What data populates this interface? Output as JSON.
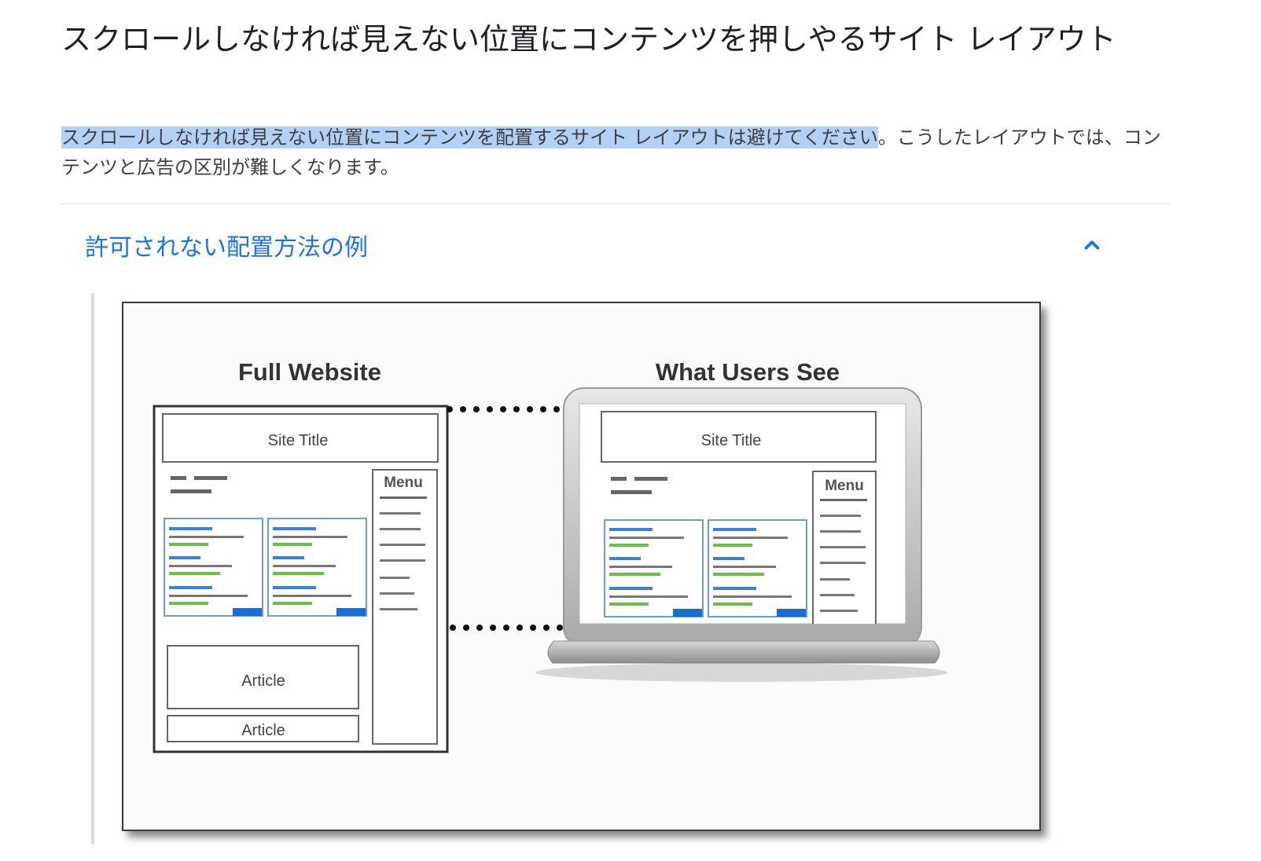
{
  "title": "スクロールしなければ見えない位置にコンテンツを押しやるサイト レイアウト",
  "intro": {
    "highlighted": "スクロールしなければ見えない位置にコンテンツを配置するサイト レイアウトは避けてください",
    "rest": "。こうしたレイアウトでは、コンテンツと広告の区別が難しくなります。"
  },
  "expander": {
    "title": "許可されない配置方法の例",
    "state": "expanded",
    "icon": "chevron-up-icon"
  },
  "figure": {
    "left_heading": "Full Website",
    "right_heading": "What Users See",
    "site_title": "Site Title",
    "menu": "Menu",
    "article": "Article"
  },
  "colors": {
    "link": "#1a73e8",
    "highlight": "#b3d1f5",
    "mock_blue": "#3b82d6",
    "mock_green": "#6abf4b",
    "mock_button": "#1b6ed1"
  }
}
